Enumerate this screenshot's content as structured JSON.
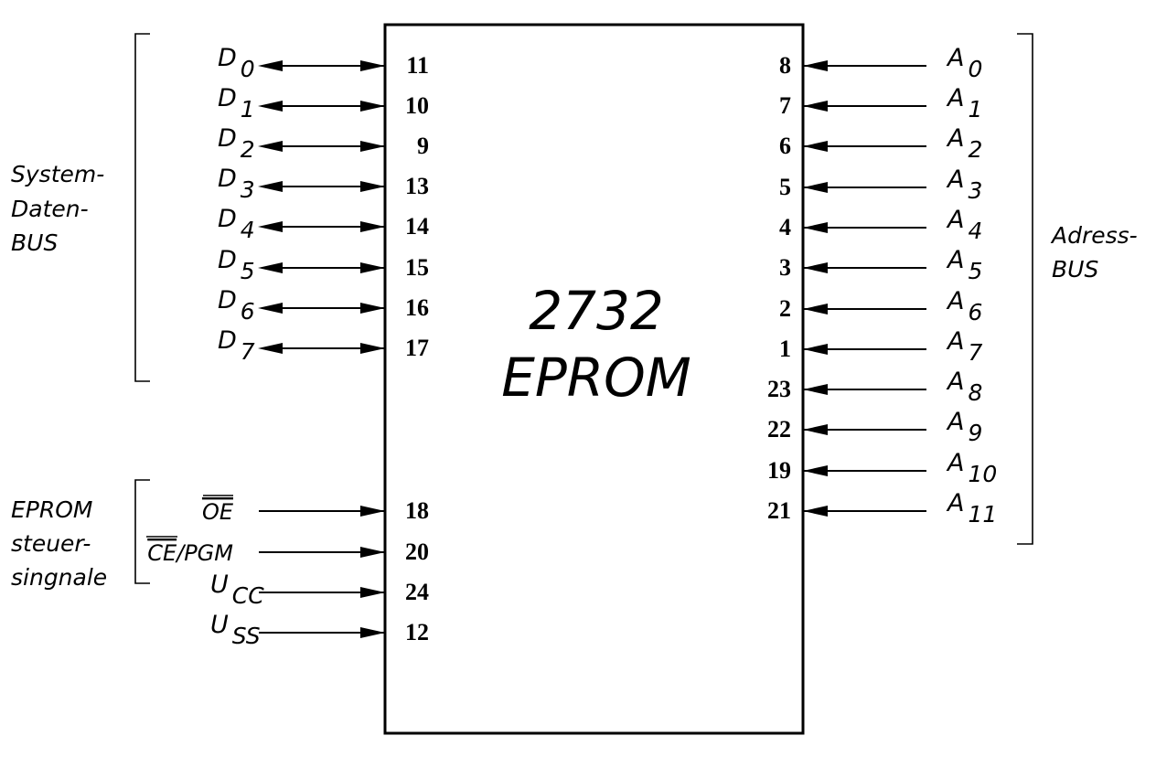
{
  "chip": {
    "part_number": "2732",
    "type_label": "EPROM"
  },
  "data_bus": {
    "label_lines": [
      "System-",
      "Daten-",
      "BUS"
    ],
    "pins": [
      {
        "name": "D",
        "sub": "0",
        "pin": "11"
      },
      {
        "name": "D",
        "sub": "1",
        "pin": "10"
      },
      {
        "name": "D",
        "sub": "2",
        "pin": "9"
      },
      {
        "name": "D",
        "sub": "3",
        "pin": "13"
      },
      {
        "name": "D",
        "sub": "4",
        "pin": "14"
      },
      {
        "name": "D",
        "sub": "5",
        "pin": "15"
      },
      {
        "name": "D",
        "sub": "6",
        "pin": "16"
      },
      {
        "name": "D",
        "sub": "7",
        "pin": "17"
      }
    ]
  },
  "control": {
    "label_lines": [
      "EPROM",
      "steuer-",
      "singnale"
    ],
    "pins": [
      {
        "name": "OE",
        "overline": "OE",
        "rest": "",
        "sub": "",
        "pin": "18"
      },
      {
        "name": "CE/PGM",
        "overline": "CE",
        "rest": "/PGM",
        "sub": "",
        "pin": "20"
      }
    ]
  },
  "power": {
    "pins": [
      {
        "name": "U",
        "sub": "CC",
        "pin": "24"
      },
      {
        "name": "U",
        "sub": "SS",
        "pin": "12"
      }
    ]
  },
  "address_bus": {
    "label_lines": [
      "Adress-",
      "BUS"
    ],
    "pins": [
      {
        "name": "A",
        "sub": "0",
        "pin": "8"
      },
      {
        "name": "A",
        "sub": "1",
        "pin": "7"
      },
      {
        "name": "A",
        "sub": "2",
        "pin": "6"
      },
      {
        "name": "A",
        "sub": "3",
        "pin": "5"
      },
      {
        "name": "A",
        "sub": "4",
        "pin": "4"
      },
      {
        "name": "A",
        "sub": "5",
        "pin": "3"
      },
      {
        "name": "A",
        "sub": "6",
        "pin": "2"
      },
      {
        "name": "A",
        "sub": "7",
        "pin": "1"
      },
      {
        "name": "A",
        "sub": "8",
        "pin": "23"
      },
      {
        "name": "A",
        "sub": "9",
        "pin": "22"
      },
      {
        "name": "A",
        "sub": "10",
        "pin": "19"
      },
      {
        "name": "A",
        "sub": "11",
        "pin": "21"
      }
    ]
  }
}
